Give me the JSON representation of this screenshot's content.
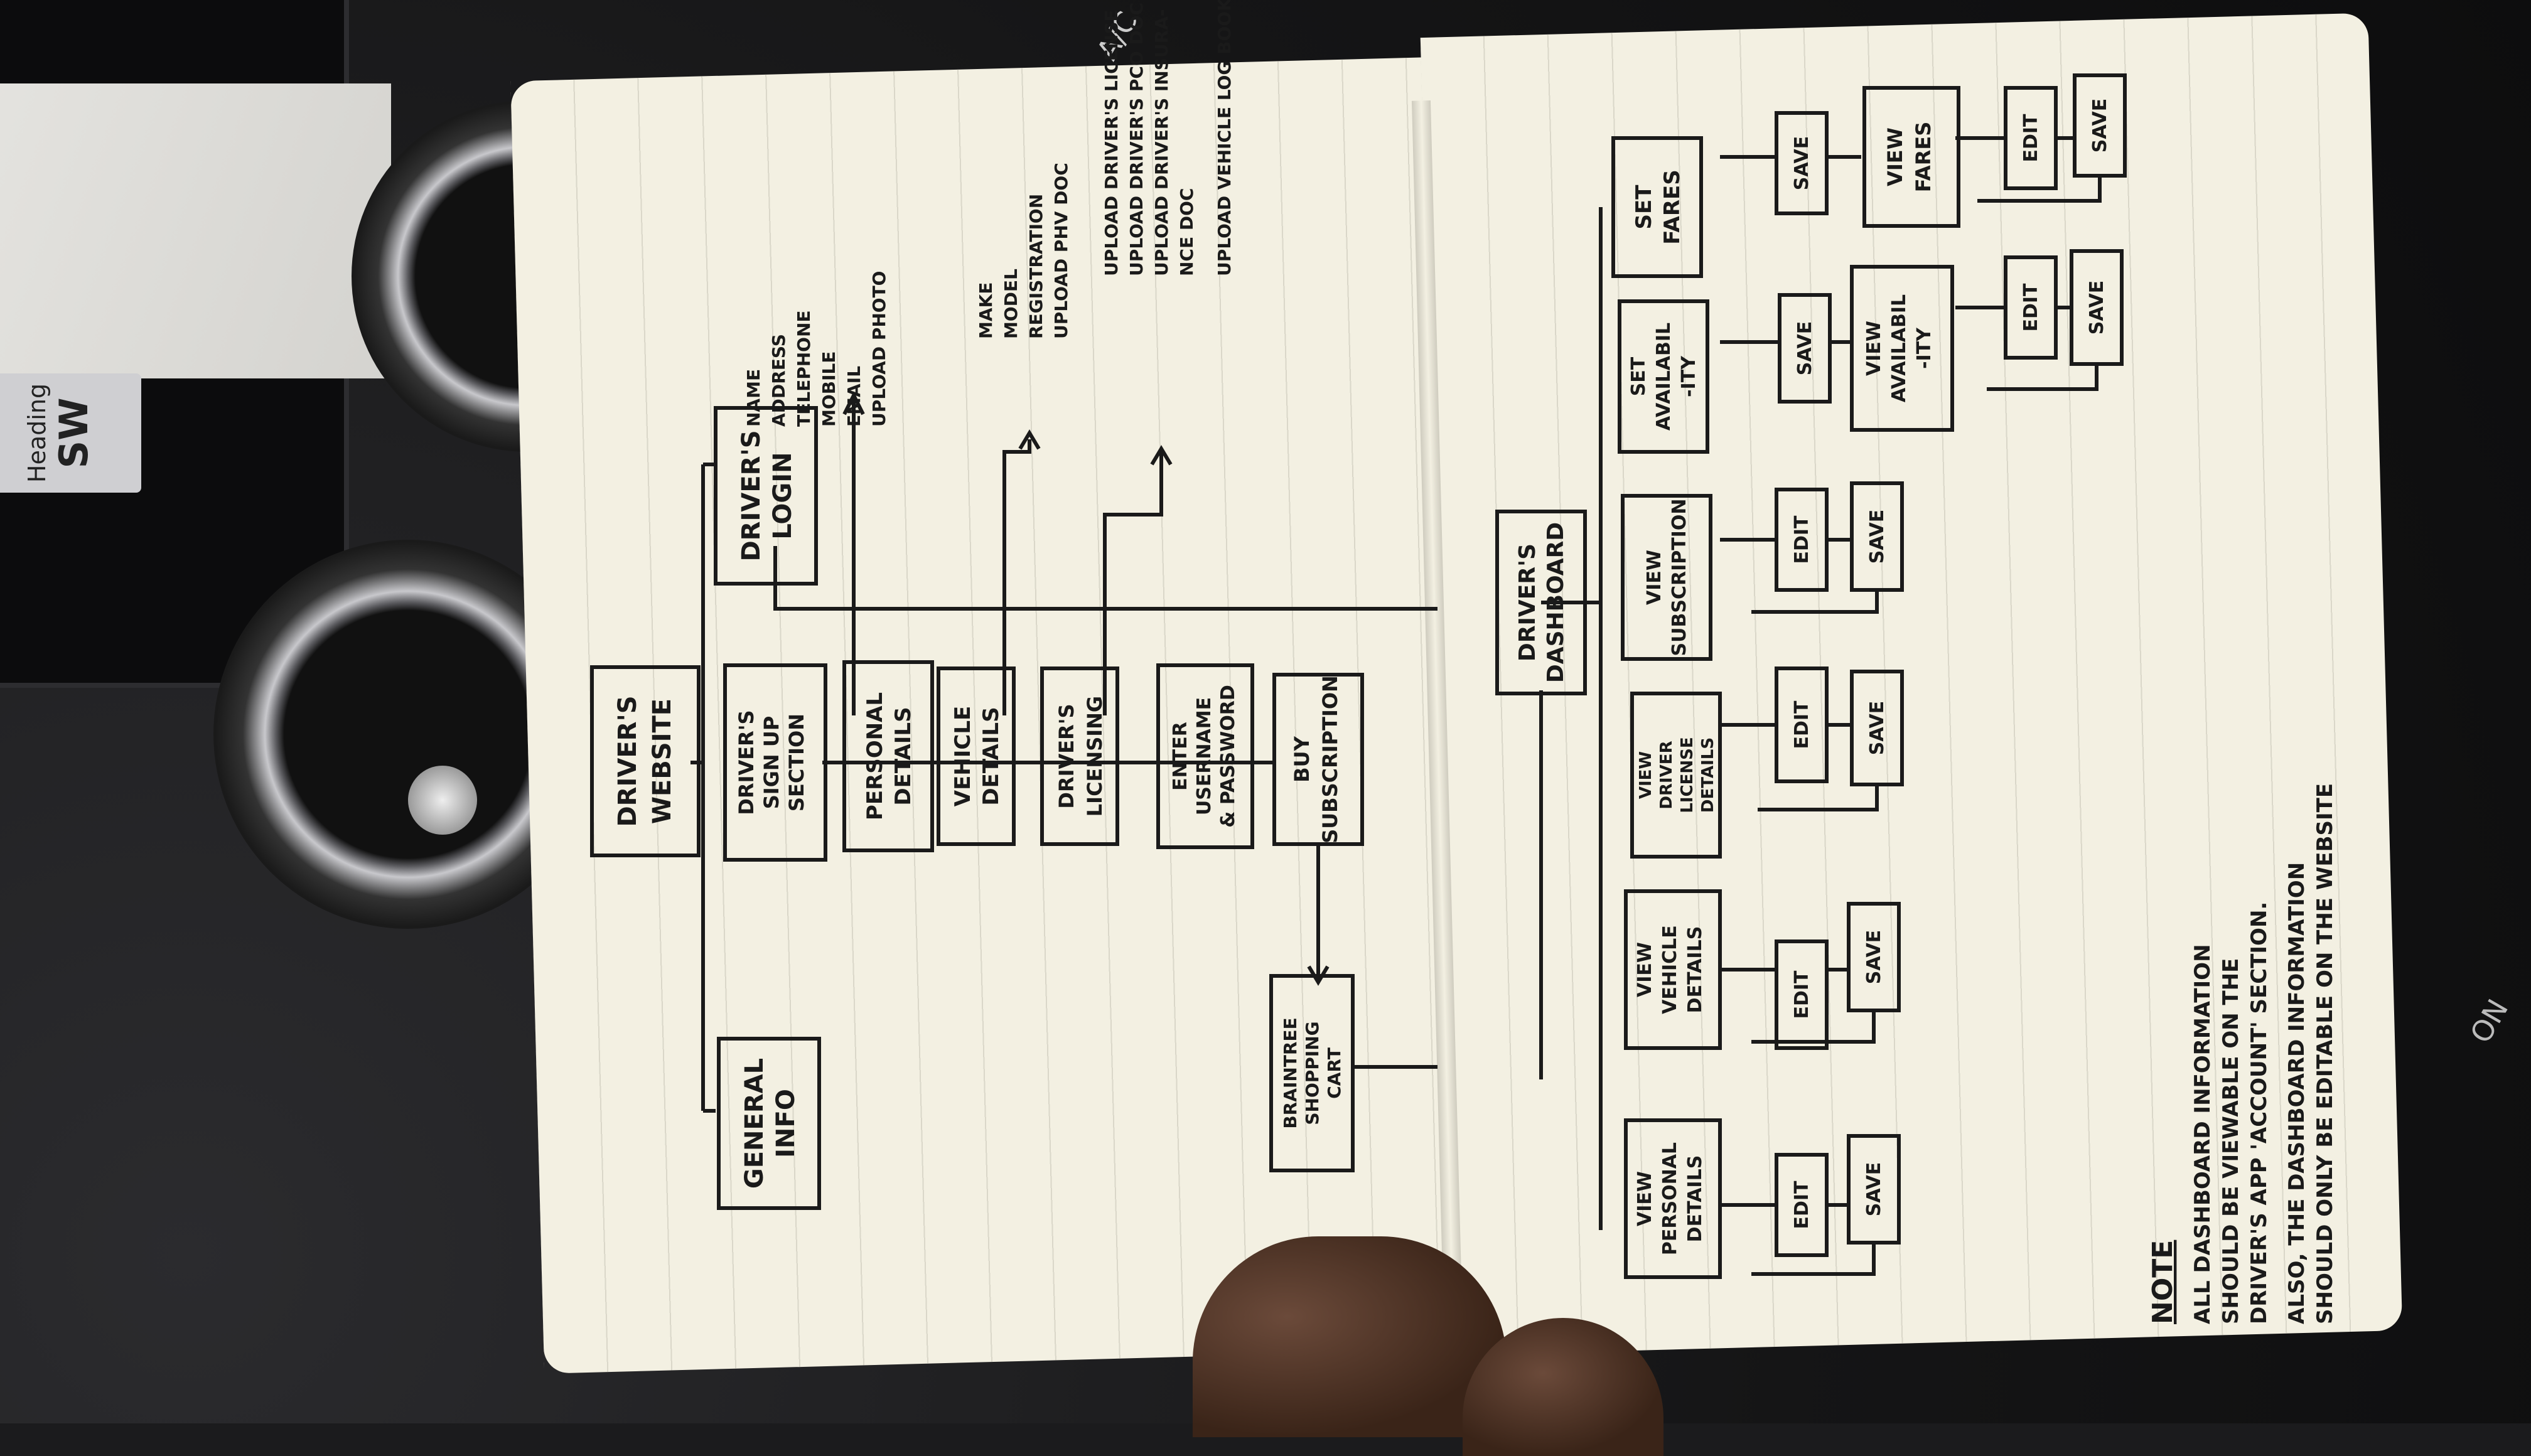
{
  "background": {
    "screen_heading_label": "Heading",
    "screen_heading_value": "SW",
    "ac_label": "A/C",
    "on_label": "ON"
  },
  "left_page": {
    "drivers_website": [
      "DRIVER'S",
      "WEBSITE"
    ],
    "drivers_login": [
      "DRIVER'S",
      "LOGIN"
    ],
    "general_info": [
      "GENERAL",
      "INFO"
    ],
    "sign_up_section": [
      "DRIVER'S",
      "SIGN UP",
      "SECTION"
    ],
    "personal_details": [
      "PERSONAL",
      "DETAILS"
    ],
    "vehicle_details": [
      "VEHICLE",
      "DETAILS"
    ],
    "drivers_licensing": [
      "DRIVER'S",
      "LICENSING"
    ],
    "enter_username": [
      "ENTER",
      "USERNAME",
      "& PASSWORD"
    ],
    "buy_subscription": [
      "BUY",
      "SUBSCRIPTION"
    ],
    "braintree_cart": [
      "BRAINTREE",
      "SHOPPING",
      "CART"
    ],
    "personal_fields": [
      "NAME",
      "ADDRESS",
      "TELEPHONE",
      "MOBILE",
      "EMAIL",
      "UPLOAD PHOTO"
    ],
    "vehicle_fields": [
      "MAKE",
      "MODEL",
      "REGISTRATION",
      "UPLOAD PHV DOC"
    ],
    "licensing_fields": [
      "UPLOAD DRIVER'S LICENSE",
      "UPLOAD DRIVER'S PCO DOC",
      "UPLOAD DRIVER'S INSURA-",
      "NCE DOC",
      "UPLOAD VEHICLE LOG BOOK"
    ]
  },
  "right_page": {
    "dashboard": [
      "DRIVER'S",
      "DASHBOARD"
    ],
    "view_personal": [
      "VIEW",
      "PERSONAL",
      "DETAILS"
    ],
    "view_vehicle": [
      "VIEW",
      "VEHICLE",
      "DETAILS"
    ],
    "view_license": [
      "VIEW",
      "DRIVER",
      "LICENSE",
      "DETAILS"
    ],
    "view_subscription": [
      "VIEW",
      "SUBSCRIPTION"
    ],
    "set_availability": [
      "SET",
      "AVAILABIL",
      "-ITY"
    ],
    "set_fares": [
      "SET",
      "FARES"
    ],
    "view_availability": [
      "VIEW",
      "AVAILABIL",
      "-ITY"
    ],
    "view_fares": [
      "VIEW",
      "FARES"
    ],
    "edit": "EDIT",
    "save": "SAVE",
    "note_title": "NOTE",
    "note_lines": [
      "ALL DASHBOARD INFORMATION",
      "SHOULD BE VIEWABLE ON THE",
      "DRIVER'S APP 'ACCOUNT' SECTION.",
      "ALSO, THE DASHBOARD INFORMATION",
      "SHOULD ONLY BE EDITABLE ON THE WEBSITE"
    ]
  }
}
